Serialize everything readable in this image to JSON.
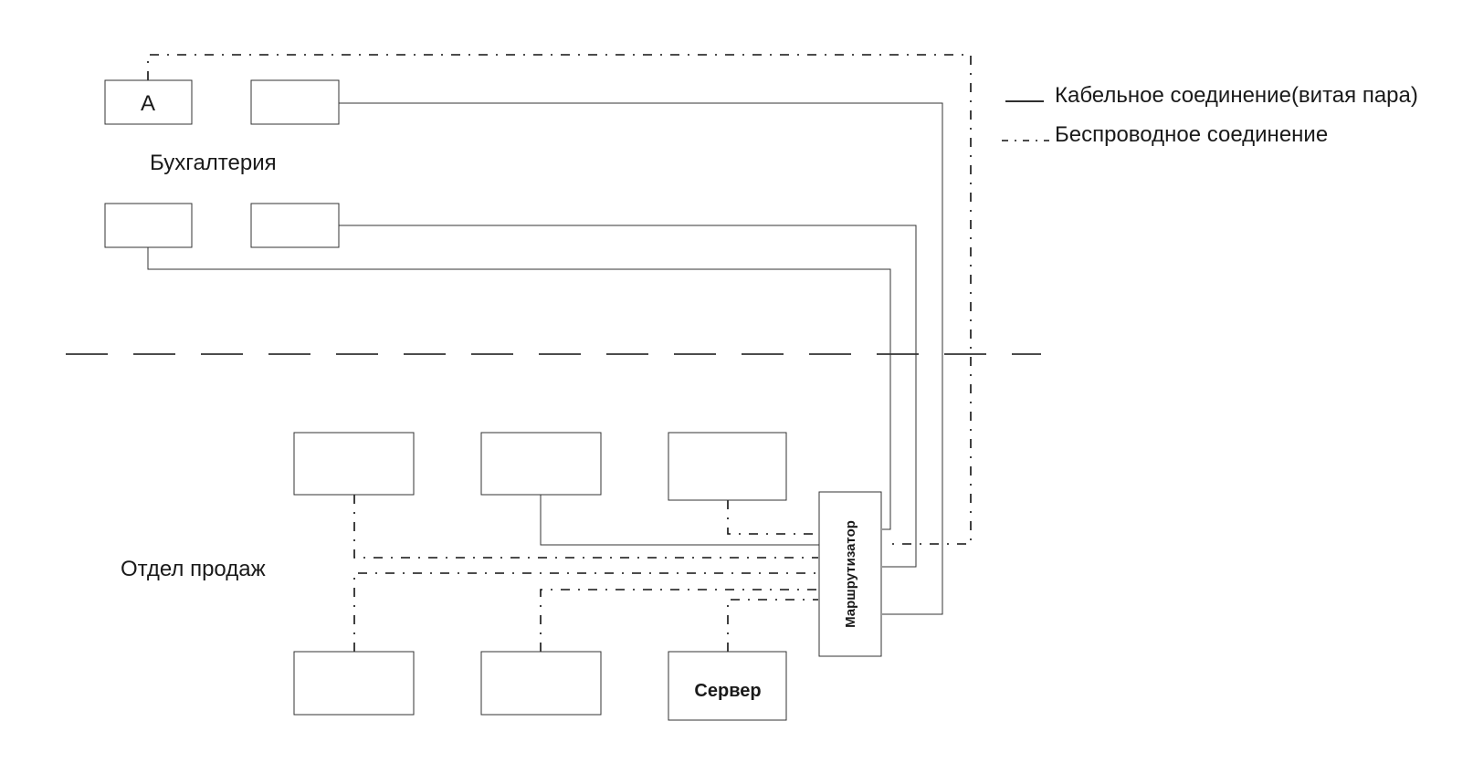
{
  "departments": {
    "accounting": "Бухгалтерия",
    "sales": "Отдел продаж"
  },
  "nodes": {
    "pc_a_label": "А",
    "server_label": "Сервер",
    "router_label": "Маршрутизатор"
  },
  "legend": {
    "cable_label": "Кабельное соединение(витая пара)",
    "wireless_label": "Беспроводное соединение"
  },
  "colors": {
    "line": "#333333",
    "background": "#ffffff"
  }
}
